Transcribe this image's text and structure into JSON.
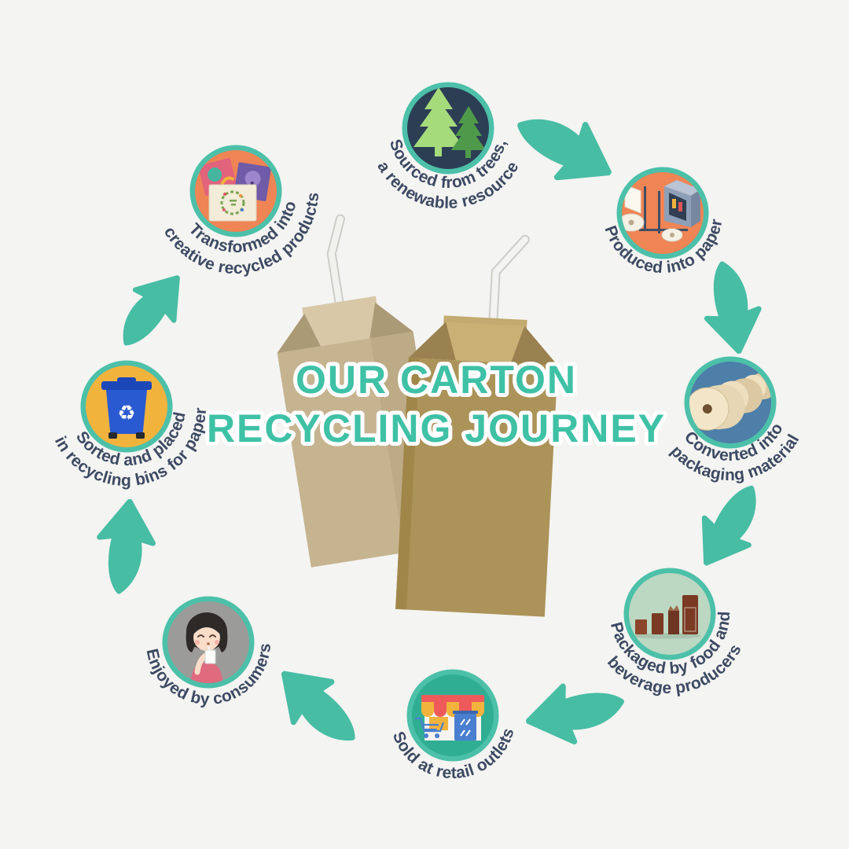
{
  "title": {
    "line1": "OUR CARTON",
    "line2": "RECYCLING JOURNEY"
  },
  "colors": {
    "background": "#f4f4f2",
    "arrow": "#47bda4",
    "circle_ring": "#4cc0a9",
    "label_text": "#3d4a63",
    "title_text": "#3fc1a6",
    "title_outline": "#ffffff",
    "carton_light": "#c6b491",
    "carton_dark": "#ac9359"
  },
  "center_image": "two-kraft-beverage-cartons-with-straws",
  "steps": [
    {
      "id": "sourced-from-trees",
      "icon": "pine-trees-icon",
      "icon_bg": "#2c3e54",
      "lines": [
        "Sourced from trees,",
        "a renewable resource"
      ]
    },
    {
      "id": "produced-into-paper",
      "icon": "paper-machine-icon",
      "icon_bg": "#ef8454",
      "lines": [
        "Produced into paper",
        ""
      ]
    },
    {
      "id": "converted-into-packaging",
      "icon": "paper-rolls-icon",
      "icon_bg": "#4d7fa8",
      "lines": [
        "Converted into",
        "packaging material"
      ]
    },
    {
      "id": "packaged-by-producers",
      "icon": "beverage-cartons-icon",
      "icon_bg": "#bcd8c2",
      "lines": [
        "Packaged by food and",
        "beverage producers"
      ]
    },
    {
      "id": "sold-at-retail",
      "icon": "storefront-icon",
      "icon_bg": "#2fae94",
      "lines": [
        "Sold at retail outlets",
        ""
      ]
    },
    {
      "id": "enjoyed-by-consumers",
      "icon": "person-drinking-icon",
      "icon_bg": "#9b9b99",
      "lines": [
        "Enjoyed by consumers",
        ""
      ]
    },
    {
      "id": "sorted-recycling-bins",
      "icon": "recycling-bin-icon",
      "icon_bg": "#f2b33d",
      "lines": [
        "Sorted and placed",
        "in recycling bins for paper"
      ]
    },
    {
      "id": "transformed-products",
      "icon": "recycled-crafts-icon",
      "icon_bg": "#ef8454",
      "lines": [
        "Transformed into",
        "creative recycled products"
      ]
    }
  ]
}
